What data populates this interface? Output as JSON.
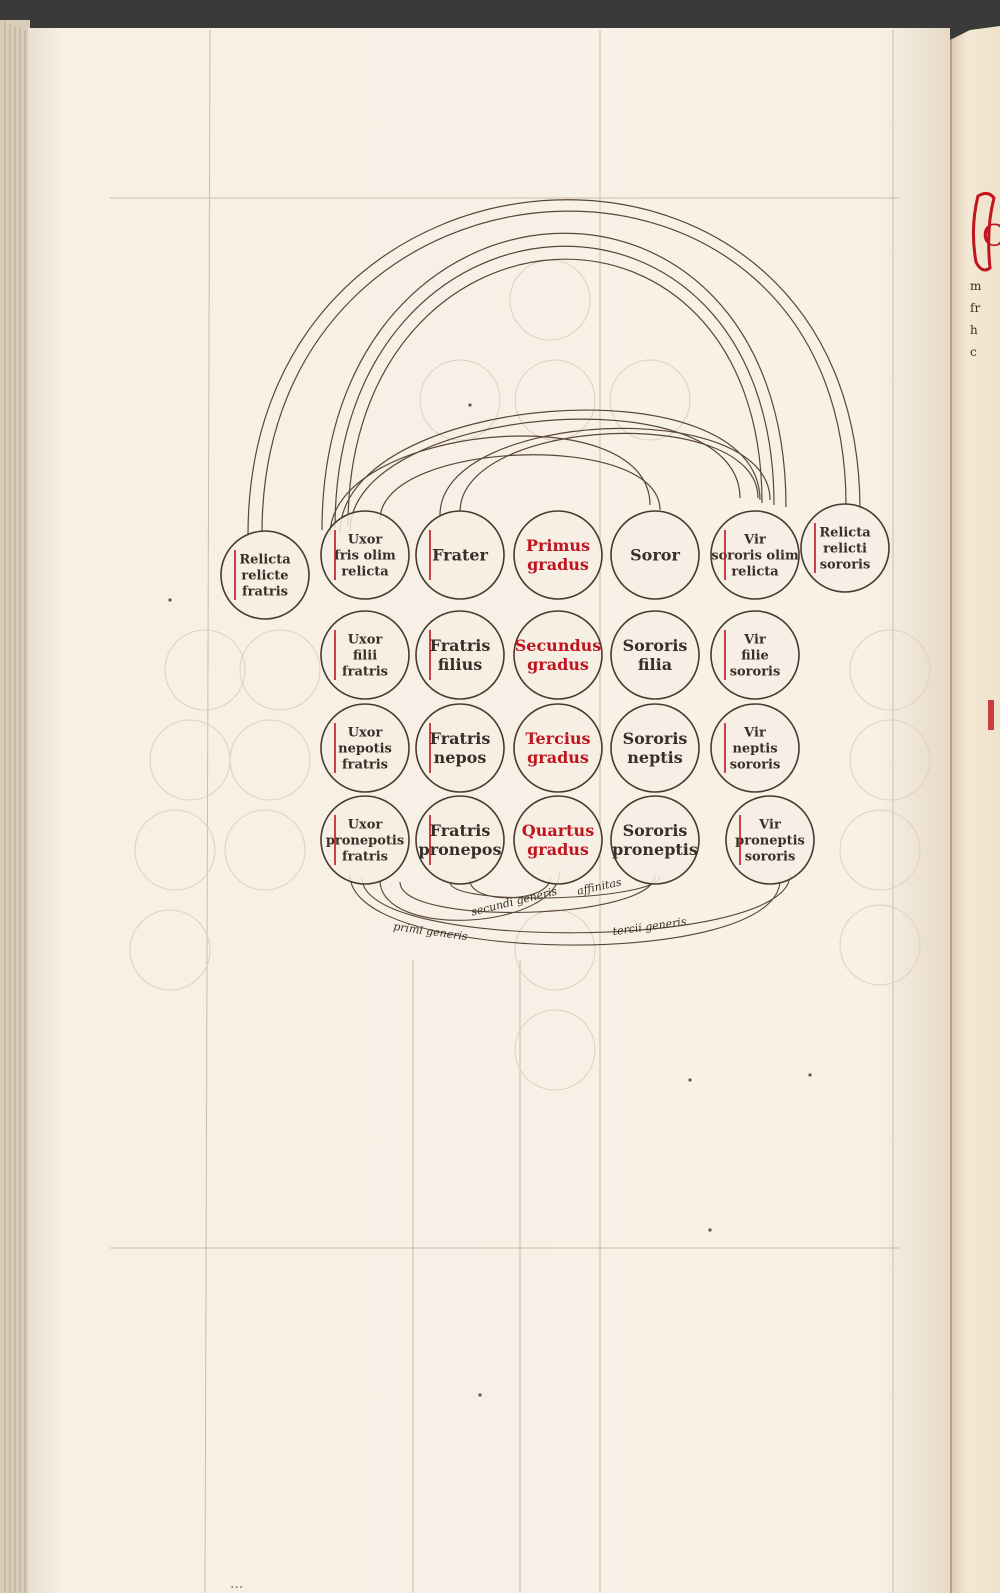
{
  "page": {
    "colors": {
      "parchment": "#f6efe4",
      "ink": "#3a2e26",
      "rubric": "#c0141e",
      "ruling": "#c9b9a4",
      "ghost": "#cfc0ae"
    }
  },
  "diagram": {
    "nodes": [
      {
        "id": "r0c0",
        "lines": [
          "Relicta",
          "relicte",
          "fratris"
        ],
        "color": "ink"
      },
      {
        "id": "r0c1",
        "lines": [
          "Uxor",
          "fris olim",
          "relicta"
        ],
        "color": "ink"
      },
      {
        "id": "r0c2",
        "lines": [
          "Frater"
        ],
        "color": "ink"
      },
      {
        "id": "r0c3",
        "lines": [
          "Primus",
          "gradus"
        ],
        "color": "rubric"
      },
      {
        "id": "r0c4",
        "lines": [
          "Soror"
        ],
        "color": "ink"
      },
      {
        "id": "r0c5",
        "lines": [
          "Vir",
          "sororis olim",
          "relicta"
        ],
        "color": "ink"
      },
      {
        "id": "r0c6",
        "lines": [
          "Relicta",
          "relicti",
          "sororis"
        ],
        "color": "ink"
      },
      {
        "id": "r1c1",
        "lines": [
          "Uxor",
          "filii",
          "fratris"
        ],
        "color": "ink"
      },
      {
        "id": "r1c2",
        "lines": [
          "Fratris",
          "filius"
        ],
        "color": "ink"
      },
      {
        "id": "r1c3",
        "lines": [
          "Secundus",
          "gradus"
        ],
        "color": "rubric"
      },
      {
        "id": "r1c4",
        "lines": [
          "Sororis",
          "filia"
        ],
        "color": "ink"
      },
      {
        "id": "r1c5",
        "lines": [
          "Vir",
          "filie",
          "sororis"
        ],
        "color": "ink"
      },
      {
        "id": "r2c1",
        "lines": [
          "Uxor",
          "nepotis",
          "fratris"
        ],
        "color": "ink"
      },
      {
        "id": "r2c2",
        "lines": [
          "Fratris",
          "nepos"
        ],
        "color": "ink"
      },
      {
        "id": "r2c3",
        "lines": [
          "Tercius",
          "gradus"
        ],
        "color": "rubric"
      },
      {
        "id": "r2c4",
        "lines": [
          "Sororis",
          "neptis"
        ],
        "color": "ink"
      },
      {
        "id": "r2c5",
        "lines": [
          "Vir",
          "neptis",
          "sororis"
        ],
        "color": "ink"
      },
      {
        "id": "r3c1",
        "lines": [
          "Uxor",
          "pronepotis",
          "fratris"
        ],
        "color": "ink"
      },
      {
        "id": "r3c2",
        "lines": [
          "Fratris",
          "pronepos"
        ],
        "color": "ink"
      },
      {
        "id": "r3c3",
        "lines": [
          "Quartus",
          "gradus"
        ],
        "color": "rubric"
      },
      {
        "id": "r3c4",
        "lines": [
          "Sororis",
          "proneptis"
        ],
        "color": "ink"
      },
      {
        "id": "r3c5",
        "lines": [
          "Vir",
          "proneptis",
          "sororis"
        ],
        "color": "ink"
      }
    ],
    "arc_labels": [
      {
        "id": "bottom-label-1",
        "text": "primi generis"
      },
      {
        "id": "bottom-label-2",
        "text": "secundi generis"
      },
      {
        "id": "bottom-label-3",
        "text": "tercii generis"
      },
      {
        "id": "bottom-label-4",
        "text": "affinitas"
      }
    ]
  },
  "margin_right": {
    "initial": "C",
    "text_lines": [
      "m",
      "fr",
      "h",
      "c"
    ]
  },
  "footer_scribble": "..."
}
